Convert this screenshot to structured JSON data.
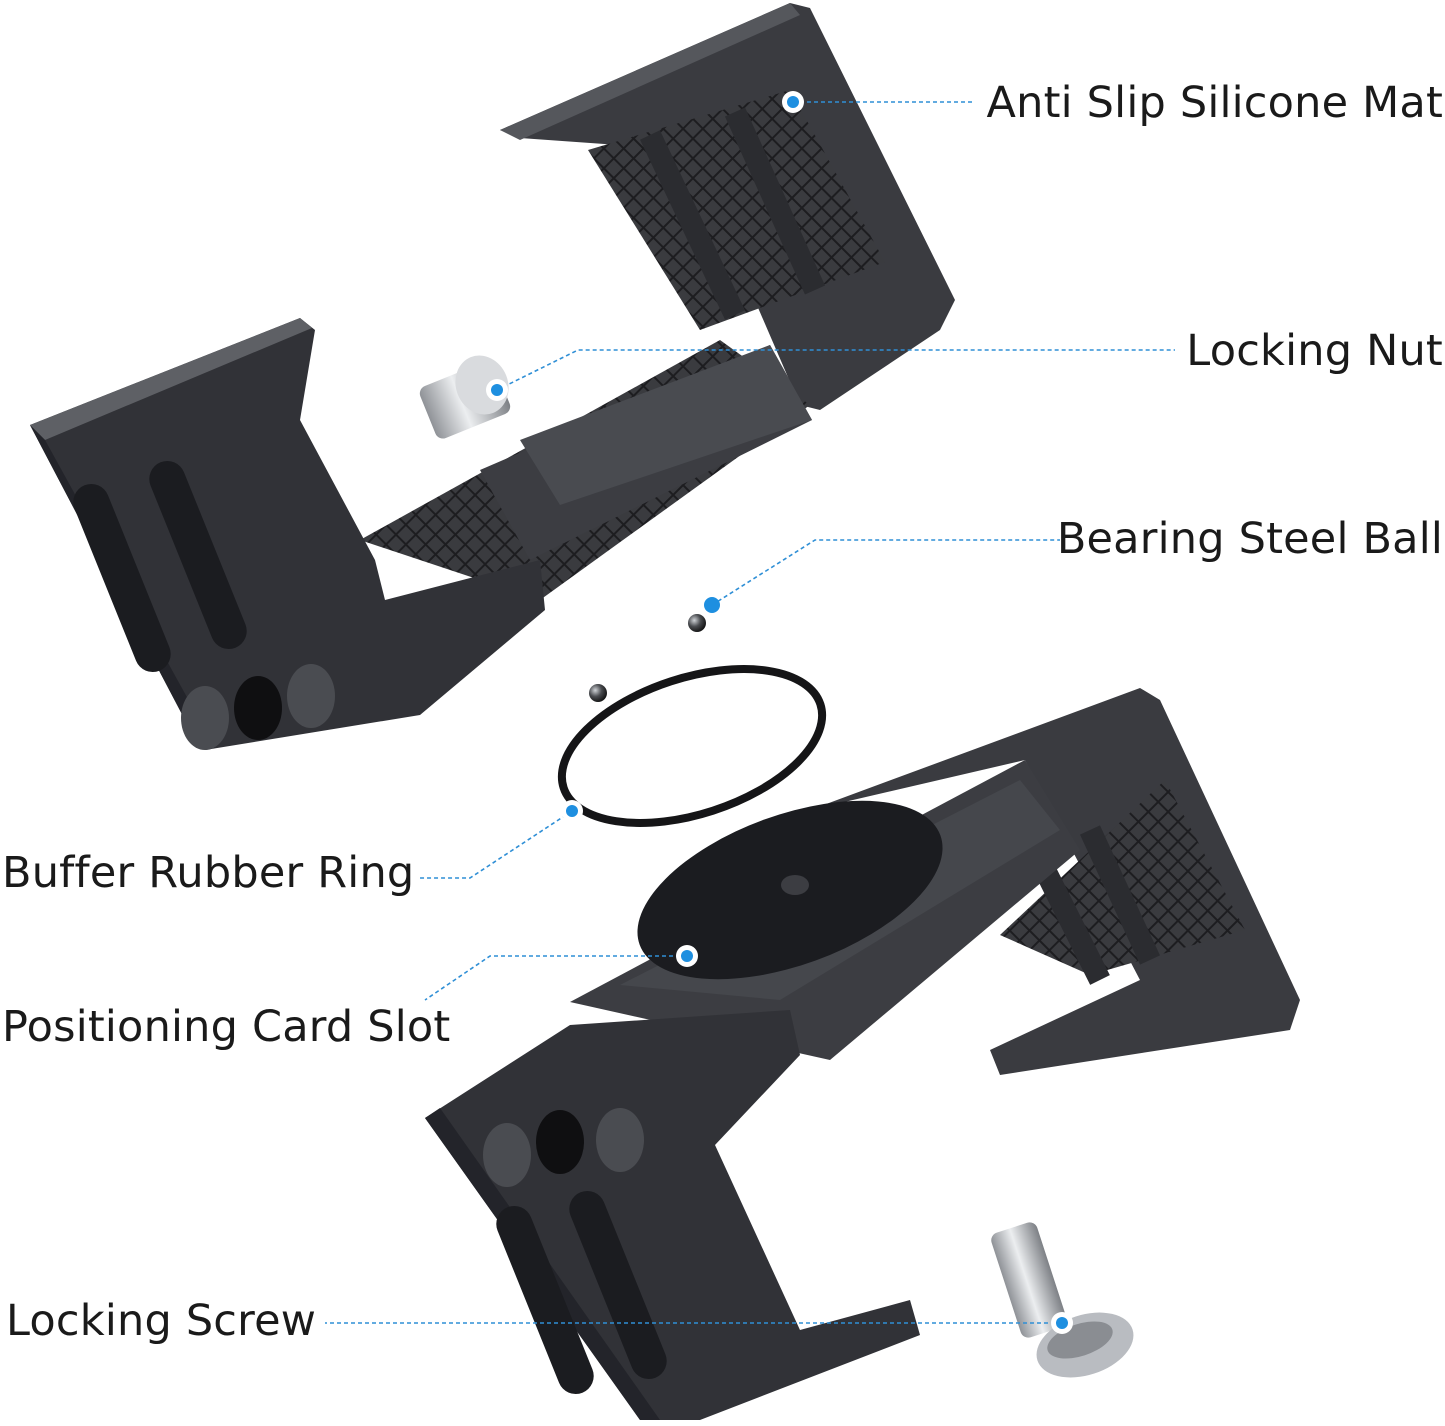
{
  "colors": {
    "background": "#ffffff",
    "metal_dark": "#2e2f33",
    "metal_mid": "#44464b",
    "metal_light": "#5a5c61",
    "edge_highlight": "#7b7e84",
    "rubber": "#1c1c1e",
    "steel": "#b9bcc1",
    "leader_line": "#2f8fd6",
    "marker_dot": "#1e8fe0",
    "label_text": "#1a1a1a"
  },
  "labels": {
    "anti_slip_silicone_mat": "Anti Slip Silicone Mat",
    "locking_nut": "Locking Nut",
    "bearing_steel_ball": "Bearing Steel Ball",
    "buffer_rubber_ring": "Buffer Rubber Ring",
    "positioning_card_slot": "Positioning Card Slot",
    "locking_screw": "Locking Screw"
  },
  "parts": [
    "upper-clamp",
    "lower-clamp",
    "locking-nut",
    "steel-ball",
    "rubber-ring",
    "locking-screw"
  ]
}
